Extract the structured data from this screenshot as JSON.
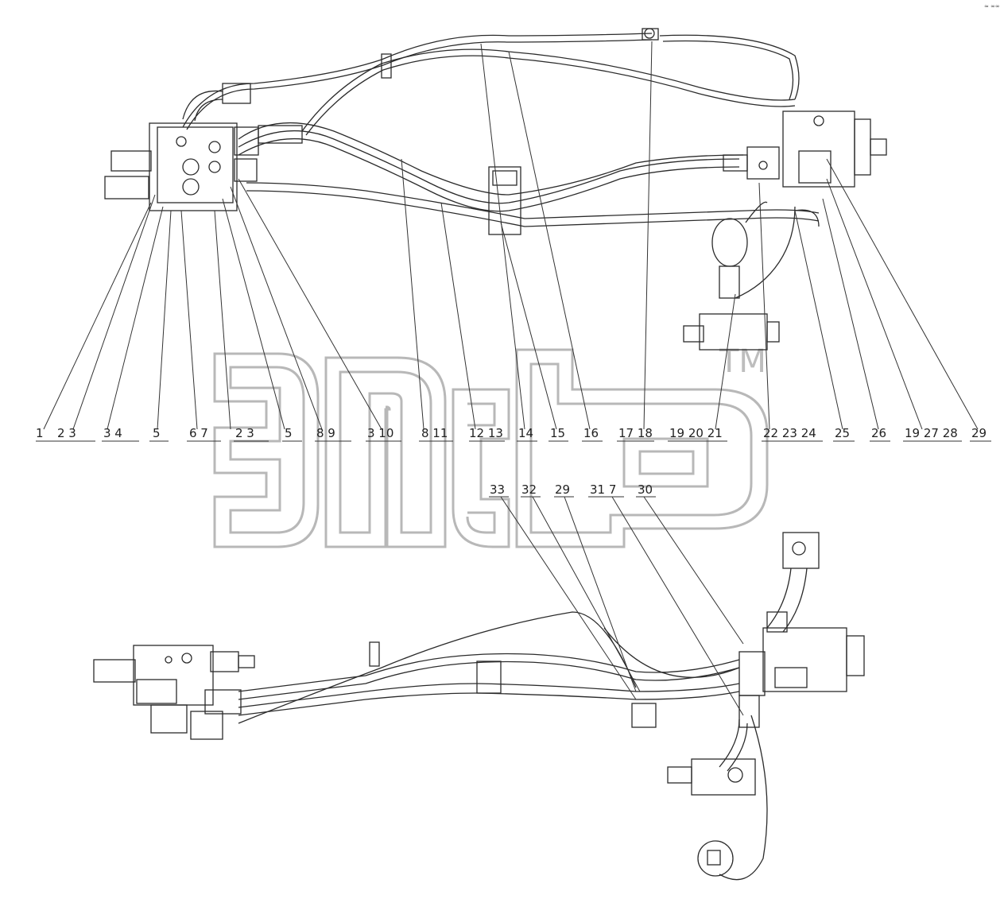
{
  "drawing": {
    "corner_mark": "≈ ∞∞",
    "line_color": "#2b2b2b",
    "watermark_color": "#b8b8b8",
    "background": "#ffffff"
  },
  "watermark": {
    "text": "эпс",
    "tm": "TM"
  },
  "callouts": {
    "upper_row": [
      "1",
      "2 3",
      "3 4",
      "5",
      "6 7",
      "2 3",
      "5",
      "8 9",
      "3 10",
      "8 11",
      "12 13",
      "14",
      "15",
      "16",
      "17 18",
      "19 20 21",
      "22 23 24",
      "25",
      "26",
      "19 27 28",
      "29"
    ],
    "lower_row": [
      "33",
      "32",
      "29",
      "31 7",
      "30"
    ]
  }
}
